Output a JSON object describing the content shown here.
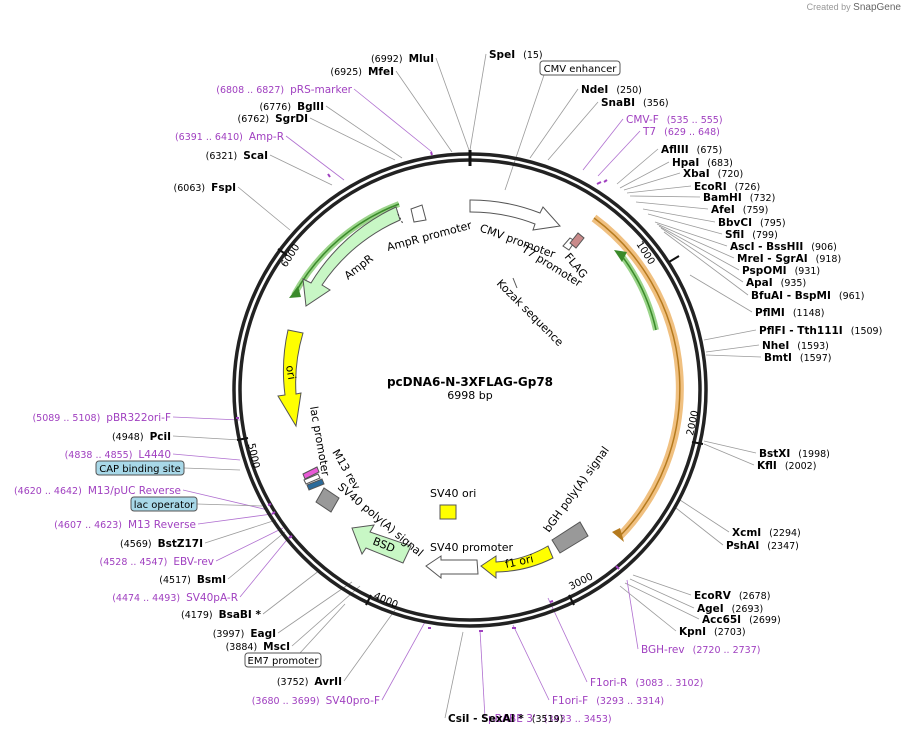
{
  "brand": {
    "created_by": "Created by",
    "name": "SnapGene"
  },
  "plasmid": {
    "name": "pcDNA6-N-3XFLAG-Gp78",
    "size": "6998 bp"
  },
  "ticks": [
    "1000",
    "2000",
    "3000",
    "4000",
    "5000",
    "6000"
  ],
  "features": [
    {
      "name": "CMV promoter",
      "color": "#ffffff"
    },
    {
      "name": "T7 promoter",
      "color": "#ffffff"
    },
    {
      "name": "FLAG",
      "color": "#c98a8a"
    },
    {
      "name": "Kozak sequence",
      "color": "#ffffff"
    },
    {
      "name": "bGH poly(A) signal",
      "color": "#999999"
    },
    {
      "name": "f1 ori",
      "color": "#ffff00"
    },
    {
      "name": "SV40 promoter",
      "color": "#ffffff"
    },
    {
      "name": "SV40 ori",
      "color": "#ffff00"
    },
    {
      "name": "BSD",
      "color": "#c8f7c5"
    },
    {
      "name": "SV40 poly(A) signal",
      "color": "#999999"
    },
    {
      "name": "M13 rev",
      "color": "#ffffff"
    },
    {
      "name": "lac promoter",
      "color": "#ffffff"
    },
    {
      "name": "ori",
      "color": "#ffff00"
    },
    {
      "name": "AmpR",
      "color": "#c8f7c5"
    },
    {
      "name": "AmpR promoter",
      "color": "#ffffff"
    }
  ],
  "boxed_labels": [
    {
      "text": "CMV enhancer",
      "fill": "#ffffff"
    },
    {
      "text": "EM7 promoter",
      "fill": "#ffffff"
    },
    {
      "text": "CAP binding site",
      "fill": "#a8d8e8"
    },
    {
      "text": "lac operator",
      "fill": "#a8d8e8"
    }
  ],
  "sites_left": [
    {
      "pos": "(6992)",
      "name": "MluI"
    },
    {
      "pos": "(6925)",
      "name": "MfeI"
    },
    {
      "pos": "(6808 .. 6827)",
      "name": "pRS-marker",
      "primer": true
    },
    {
      "pos": "(6776)",
      "name": "BglII"
    },
    {
      "pos": "(6762)",
      "name": "SgrDI"
    },
    {
      "pos": "(6391 .. 6410)",
      "name": "Amp-R",
      "primer": true
    },
    {
      "pos": "(6321)",
      "name": "ScaI"
    },
    {
      "pos": "(6063)",
      "name": "FspI"
    },
    {
      "pos": "(5089 .. 5108)",
      "name": "pBR322ori-F",
      "primer": true
    },
    {
      "pos": "(4948)",
      "name": "PciI"
    },
    {
      "pos": "(4838 .. 4855)",
      "name": "L4440",
      "primer": true
    },
    {
      "pos": "(4620 .. 4642)",
      "name": "M13/pUC Reverse",
      "primer": true
    },
    {
      "pos": "(4607 .. 4623)",
      "name": "M13 Reverse",
      "primer": true
    },
    {
      "pos": "(4569)",
      "name": "BstZ17I"
    },
    {
      "pos": "(4528 .. 4547)",
      "name": "EBV-rev",
      "primer": true
    },
    {
      "pos": "(4517)",
      "name": "BsmI"
    },
    {
      "pos": "(4474 .. 4493)",
      "name": "SV40pA-R",
      "primer": true
    },
    {
      "pos": "(4179)",
      "name": "BsaBI *"
    },
    {
      "pos": "(3997)",
      "name": "EagI"
    },
    {
      "pos": "(3884)",
      "name": "MscI"
    },
    {
      "pos": "(3752)",
      "name": "AvrII"
    },
    {
      "pos": "(3680 .. 3699)",
      "name": "SV40pro-F",
      "primer": true
    }
  ],
  "sites_right": [
    {
      "pos": "(15)",
      "name": "SpeI"
    },
    {
      "pos": "(250)",
      "name": "NdeI"
    },
    {
      "pos": "(356)",
      "name": "SnaBI"
    },
    {
      "pos": "(535 .. 555)",
      "name": "CMV-F",
      "primer": true
    },
    {
      "pos": "(629 .. 648)",
      "name": "T7",
      "primer": true
    },
    {
      "pos": "(675)",
      "name": "AflIII"
    },
    {
      "pos": "(683)",
      "name": "HpaI"
    },
    {
      "pos": "(720)",
      "name": "XbaI"
    },
    {
      "pos": "(726)",
      "name": "EcoRI"
    },
    {
      "pos": "(732)",
      "name": "BamHI"
    },
    {
      "pos": "(759)",
      "name": "AfeI"
    },
    {
      "pos": "(795)",
      "name": "BbvCI"
    },
    {
      "pos": "(799)",
      "name": "SfiI"
    },
    {
      "pos": "(906)",
      "name": "AscI  - BssHII"
    },
    {
      "pos": "(918)",
      "name": "MreI  - SgrAI"
    },
    {
      "pos": "(931)",
      "name": "PspOMI"
    },
    {
      "pos": "(935)",
      "name": "ApaI"
    },
    {
      "pos": "(961)",
      "name": "BfuAI  - BspMI"
    },
    {
      "pos": "(1148)",
      "name": "PflMI"
    },
    {
      "pos": "(1509)",
      "name": "PflFI  - Tth111I"
    },
    {
      "pos": "(1593)",
      "name": "NheI"
    },
    {
      "pos": "(1597)",
      "name": "BmtI"
    },
    {
      "pos": "(1998)",
      "name": "BstXI"
    },
    {
      "pos": "(2002)",
      "name": "KflI"
    },
    {
      "pos": "(2294)",
      "name": "XcmI"
    },
    {
      "pos": "(2347)",
      "name": "PshAI"
    },
    {
      "pos": "(2678)",
      "name": "EcoRV"
    },
    {
      "pos": "(2693)",
      "name": "AgeI"
    },
    {
      "pos": "(2699)",
      "name": "Acc65I"
    },
    {
      "pos": "(2703)",
      "name": "KpnI"
    },
    {
      "pos": "(2720 .. 2737)",
      "name": "BGH-rev",
      "primer": true
    }
  ],
  "sites_bottom": [
    {
      "pos": "(3083 .. 3102)",
      "name": "F1ori-R",
      "primer": true
    },
    {
      "pos": "(3293 .. 3314)",
      "name": "F1ori-F",
      "primer": true
    },
    {
      "pos": "(3433 .. 3453)",
      "name": "pBABE 3'",
      "primer": true
    },
    {
      "pos": "(3519)",
      "name": "CsiI  - SexAI *"
    }
  ]
}
